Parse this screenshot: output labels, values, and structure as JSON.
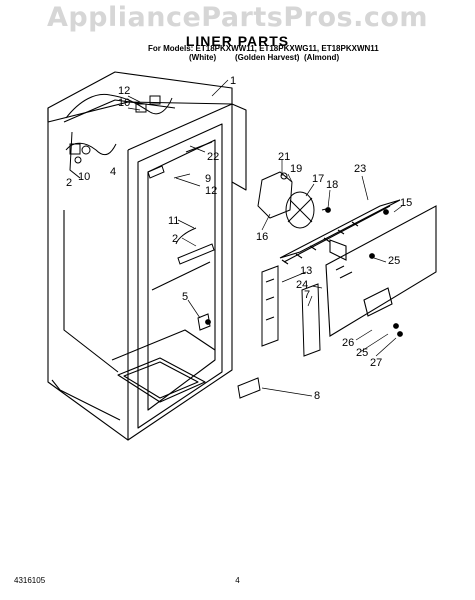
{
  "watermark": "AppliancePartsPros.com",
  "title": "LINER PARTS",
  "models_line": "For Models: ET18PKXWW11, ET18PKXWG11, ET18PKXWN11",
  "colors": [
    "(White)",
    "(Golden Harvest)",
    "(Almond)"
  ],
  "part_callouts": [
    "1",
    "12",
    "10",
    "22",
    "4",
    "2",
    "10",
    "9",
    "12",
    "11",
    "2",
    "5",
    "21",
    "19",
    "17",
    "18",
    "23",
    "15",
    "16",
    "13",
    "24",
    "7",
    "25",
    "26",
    "25",
    "27",
    "8"
  ],
  "footer": {
    "doc_number": "4316105",
    "page_number": "4"
  }
}
